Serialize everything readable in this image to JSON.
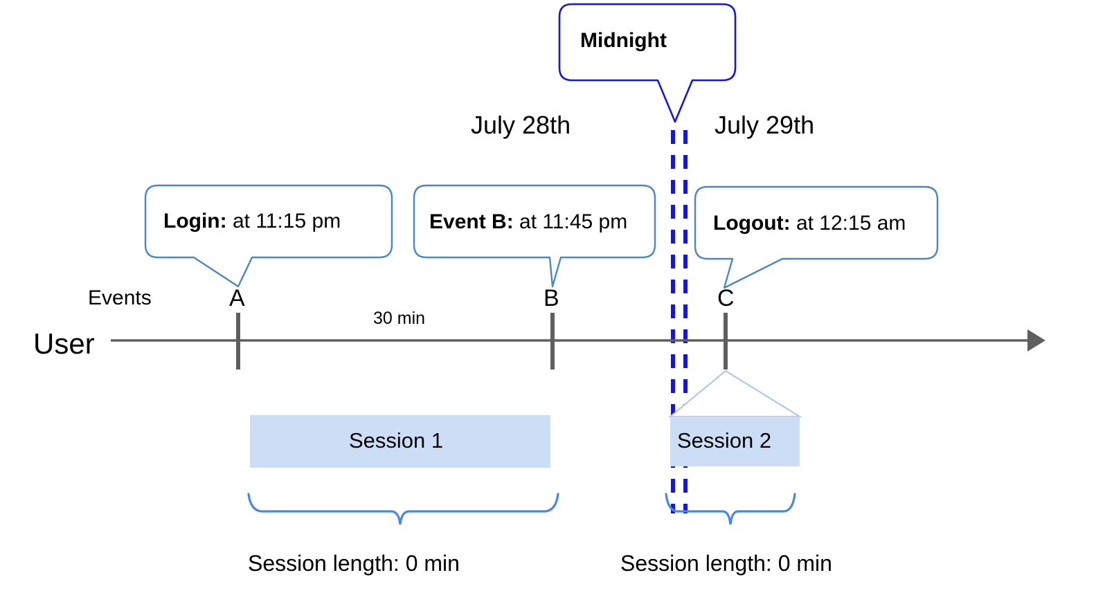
{
  "diagram": {
    "title": "User session timeline across midnight",
    "colors": {
      "callout_border": "#4a86c8",
      "midnight_border": "#1414e6",
      "midnight_dash": "#1414e6",
      "axis": "#5f5f5f",
      "marker": "#5f5f5f",
      "session_fill": "#ccddf6",
      "session_edge": "#a8c6ea",
      "brace": "#4a86e8",
      "text": "#000000"
    },
    "axis": {
      "row_label": "User",
      "events_label": "Events"
    },
    "dates": [
      {
        "label": "July 28th"
      },
      {
        "label": "July 29th"
      }
    ],
    "midnight": {
      "label": "Midnight"
    },
    "events": [
      {
        "marker": "A",
        "callout_bold": "Login:",
        "callout_rest": " at 11:15 pm"
      },
      {
        "marker": "B",
        "callout_bold": "Event B:",
        "callout_rest": " at 11:45 pm"
      },
      {
        "marker": "C",
        "callout_bold": "Logout:",
        "callout_rest": " at 12:15 am"
      }
    ],
    "gap_label": "30 min",
    "sessions": [
      {
        "name": "Session 1",
        "length_label": "Session length: 0 min"
      },
      {
        "name": "Session 2",
        "length_label": "Session length: 0 min"
      }
    ]
  }
}
